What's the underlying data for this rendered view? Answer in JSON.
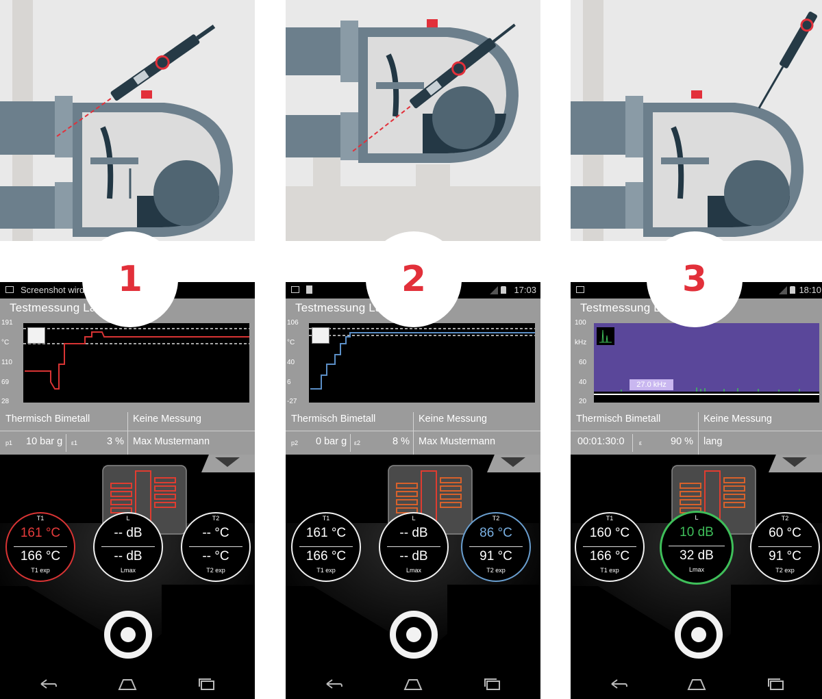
{
  "steps": [
    "1",
    "2",
    "3"
  ],
  "phones": [
    {
      "status_text": "Screenshot wird",
      "time": "",
      "title": "Testmessung La",
      "y_ticks": [
        "191",
        "°C",
        "110",
        "69",
        "28"
      ],
      "row1": {
        "left": "Thermisch Bimetall",
        "right": "Keine Messung"
      },
      "row2": {
        "a_label": "p1",
        "a_value": "10 bar g",
        "b_label": "ε1",
        "b_value": "3 %",
        "right": "Max Mustermann"
      },
      "gauge_left": {
        "top": "T1",
        "main": "161 °C",
        "sec": "166 °C",
        "bot": "T1 exp"
      },
      "gauge_mid": {
        "top": "L",
        "main": "-- dB",
        "sec": "-- dB",
        "bot": "Lmax"
      },
      "gauge_right": {
        "top": "T2",
        "main": "-- °C",
        "sec": "-- °C",
        "bot": "T2 exp"
      }
    },
    {
      "status_text": "",
      "time": "17:03",
      "title": "Testmessung La",
      "y_ticks": [
        "106",
        "°C",
        "40",
        "6",
        "-27"
      ],
      "row1": {
        "left": "Thermisch Bimetall",
        "right": "Keine Messung"
      },
      "row2": {
        "a_label": "p2",
        "a_value": "0 bar g",
        "b_label": "ε2",
        "b_value": "8 %",
        "right": "Max Mustermann"
      },
      "gauge_left": {
        "top": "T1",
        "main": "161 °C",
        "sec": "166 °C",
        "bot": "T1 exp"
      },
      "gauge_mid": {
        "top": "L",
        "main": "-- dB",
        "sec": "-- dB",
        "bot": "Lmax"
      },
      "gauge_right": {
        "top": "T2",
        "main": "86 °C",
        "sec": "91 °C",
        "bot": "T2 exp"
      }
    },
    {
      "status_text": "",
      "time": "18:10",
      "title": "Testmessung La",
      "y_ticks": [
        "100",
        "kHz",
        "60",
        "40",
        "20"
      ],
      "spectrum_label": "27.0 kHz",
      "row1": {
        "left": "Thermisch Bimetall",
        "right": "Keine Messung"
      },
      "row2": {
        "a_label": "",
        "a_value": "00:01:30:0",
        "b_label": "ε",
        "b_value": "90 %",
        "right": "lang"
      },
      "gauge_left": {
        "top": "T1",
        "main": "160 °C",
        "sec": "166 °C",
        "bot": "T1 exp"
      },
      "gauge_mid": {
        "top": "L",
        "main": "10 dB",
        "sec": "32 dB",
        "bot": "Lmax"
      },
      "gauge_right": {
        "top": "T2",
        "main": "60 °C",
        "sec": "91 °C",
        "bot": "T2 exp"
      }
    }
  ],
  "colors": {
    "accent_red": "#e2303a",
    "blue": "#6a9fd0",
    "green": "#3fbf5a",
    "spectrum": "#5a479a",
    "panel_gray": "#9b9b9b"
  },
  "icons": [
    "trap-illustration",
    "thermometer-probe-icon",
    "ultrasonic-probe-icon",
    "valve-icon",
    "graph-thumbnail-icon",
    "dropdown-arrow-icon",
    "trigger-button-icon",
    "back-icon",
    "home-icon",
    "recent-apps-icon",
    "image-icon",
    "battery-icon",
    "signal-icon"
  ]
}
